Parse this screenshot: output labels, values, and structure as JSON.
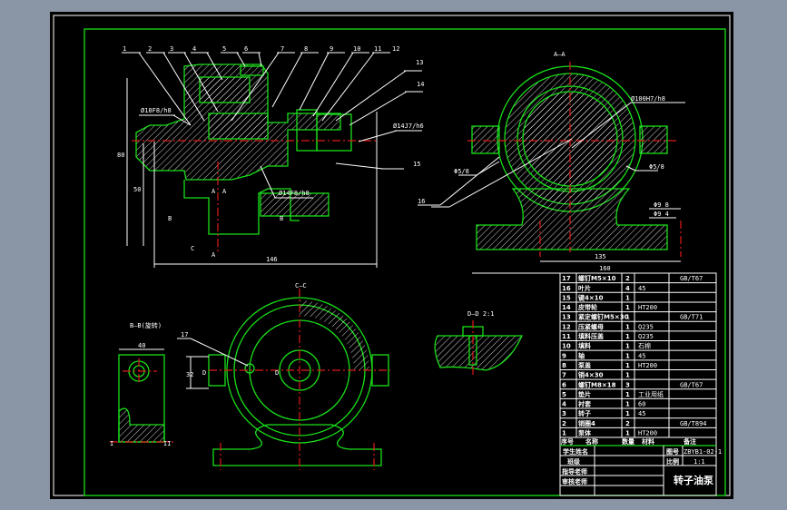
{
  "drawing": {
    "title": "转子油泵",
    "drawing_number": "ZBYB1-02-1",
    "scale": "1:1",
    "colors": {
      "background": "#8a95a6",
      "sheet": "#000000",
      "outline": "#19e019",
      "centerline": "#e01919",
      "text": "#ffffff"
    }
  },
  "views": {
    "main_section": {
      "leaders": [
        "1",
        "2",
        "3",
        "4",
        "5",
        "6",
        "7",
        "8",
        "9",
        "10",
        "11",
        "12",
        "13",
        "14",
        "15",
        "16"
      ],
      "fit_labels": [
        "Ø18F8/h8",
        "Ø14F8/h8",
        "Ø14J7/h6"
      ],
      "section_marks": [
        "A",
        "A",
        "B",
        "B",
        "C",
        "A"
      ],
      "dims": {
        "overall_length": "146",
        "height_1": "80",
        "height_2": "50"
      }
    },
    "aa_view": {
      "title": "A—A",
      "fit_labels": [
        "Ø100H7/h8",
        "Φ5/8",
        "Φ5/8"
      ],
      "dims": {
        "inner": "135",
        "outer": "160",
        "small_1": "Φ9 8",
        "small_2": "Φ9 4"
      }
    },
    "cc_view": {
      "title": "C—C",
      "leader": "17",
      "dims": {
        "h": "32"
      },
      "marks": [
        "D",
        "D"
      ]
    },
    "bb_view": {
      "title": "B—B(旋转)",
      "dims": {
        "width": "40"
      },
      "marks": [
        "I",
        "II"
      ]
    },
    "dd_view": {
      "title": "D—D 2:1"
    }
  },
  "parts_list": {
    "headers": [
      "序号",
      "名称",
      "数量",
      "材料",
      "备注"
    ],
    "rows": [
      {
        "no": "17",
        "name": "螺钉M5×10",
        "qty": "2",
        "material": "",
        "note": "GB/T67"
      },
      {
        "no": "16",
        "name": "叶片",
        "qty": "4",
        "material": "45",
        "note": ""
      },
      {
        "no": "15",
        "name": "键4×10",
        "qty": "1",
        "material": "",
        "note": ""
      },
      {
        "no": "14",
        "name": "皮带轮",
        "qty": "1",
        "material": "HT200",
        "note": ""
      },
      {
        "no": "13",
        "name": "紧定螺钉M5×30",
        "qty": "1",
        "material": "",
        "note": "GB/T71"
      },
      {
        "no": "12",
        "name": "压紧螺母",
        "qty": "1",
        "material": "Q235",
        "note": ""
      },
      {
        "no": "11",
        "name": "填料压盖",
        "qty": "1",
        "material": "Q235",
        "note": ""
      },
      {
        "no": "10",
        "name": "填料",
        "qty": "1",
        "material": "石棉",
        "note": ""
      },
      {
        "no": "9",
        "name": "轴",
        "qty": "1",
        "material": "45",
        "note": ""
      },
      {
        "no": "8",
        "name": "泵盖",
        "qty": "1",
        "material": "HT200",
        "note": ""
      },
      {
        "no": "7",
        "name": "销4×30",
        "qty": "1",
        "material": "",
        "note": ""
      },
      {
        "no": "6",
        "name": "螺钉M8×18",
        "qty": "3",
        "material": "",
        "note": "GB/T67"
      },
      {
        "no": "5",
        "name": "垫片",
        "qty": "1",
        "material": "工业用纸",
        "note": ""
      },
      {
        "no": "4",
        "name": "衬套",
        "qty": "1",
        "material": "60",
        "note": ""
      },
      {
        "no": "3",
        "name": "转子",
        "qty": "1",
        "material": "45",
        "note": ""
      },
      {
        "no": "2",
        "name": "销圈4",
        "qty": "2",
        "material": "",
        "note": "GB/T894"
      },
      {
        "no": "1",
        "name": "泵体",
        "qty": "1",
        "material": "HT200",
        "note": ""
      }
    ]
  },
  "title_block": {
    "labels": [
      "学生姓名",
      "班级",
      "指导老师",
      "审核老师"
    ],
    "drawing_no_label": "图号",
    "scale_label": "比例"
  }
}
